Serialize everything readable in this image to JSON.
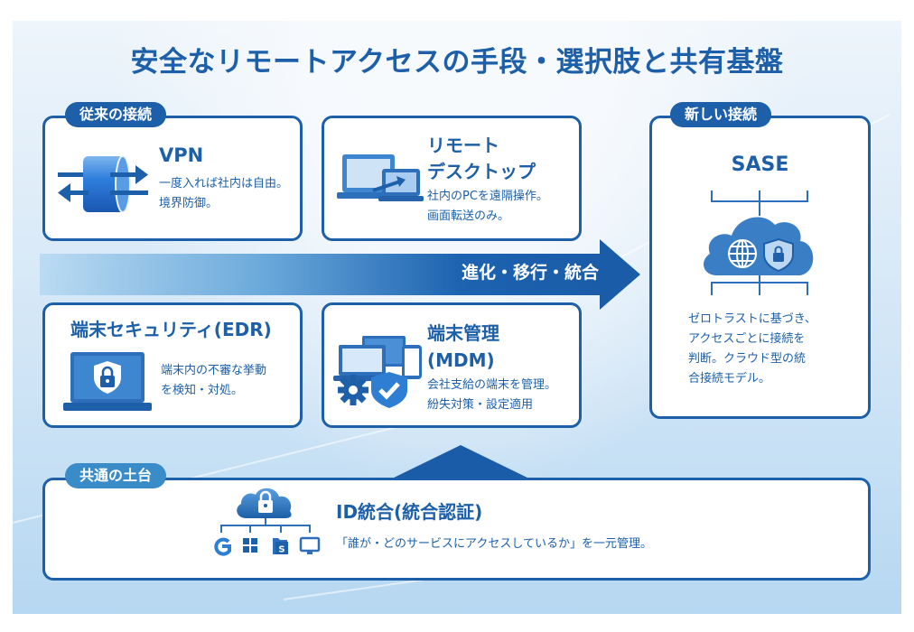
{
  "title": "安全なリモートアクセスの手段・選択肢と共有基盤",
  "sections": {
    "legacy_label": "従来の接続",
    "new_label": "新しい接続",
    "foundation_label": "共通の土台"
  },
  "cards": {
    "vpn": {
      "title": "VPN",
      "desc": [
        "一度入れば社内は自由。",
        "境界防御。"
      ],
      "icon": "vpn-tunnel-icon"
    },
    "remote_desktop": {
      "title": [
        "リモート",
        "デスクトップ"
      ],
      "desc": [
        "社内のPCを遠隔操作。",
        "画面転送のみ。"
      ],
      "icon": "remote-desktop-icon"
    },
    "edr": {
      "title": "端末セキュリティ(EDR)",
      "desc": [
        "端末内の不審な挙動",
        "を検知・対処。"
      ],
      "icon": "laptop-shield-lock-icon"
    },
    "mdm": {
      "title": [
        "端末管理",
        "(MDM)"
      ],
      "desc": [
        "会社支給の端末を管理。",
        "紛失対策・設定適用"
      ],
      "icon": "devices-gear-shield-icon"
    },
    "sase": {
      "title": "SASE",
      "desc": [
        "ゼロトラストに基づき、",
        "アクセスごとに接続を",
        "判断。クラウド型の統",
        "合接続モデル。"
      ],
      "icon": "cloud-globe-shield-icon"
    },
    "id": {
      "title": "ID統合(統合認証)",
      "desc": "「誰が・どのサービスにアクセスしているか」を一元管理。",
      "icon": "cloud-lock-network-icon"
    }
  },
  "flow_arrow": {
    "label": "進化・移行・統合"
  },
  "id_services": [
    "google-icon",
    "windows-icon",
    "sharepoint-icon",
    "monitor-icon"
  ],
  "colors": {
    "primary": "#1d5fa8",
    "light_pill": "#3a8cc8",
    "background": "#d6e8f7"
  }
}
